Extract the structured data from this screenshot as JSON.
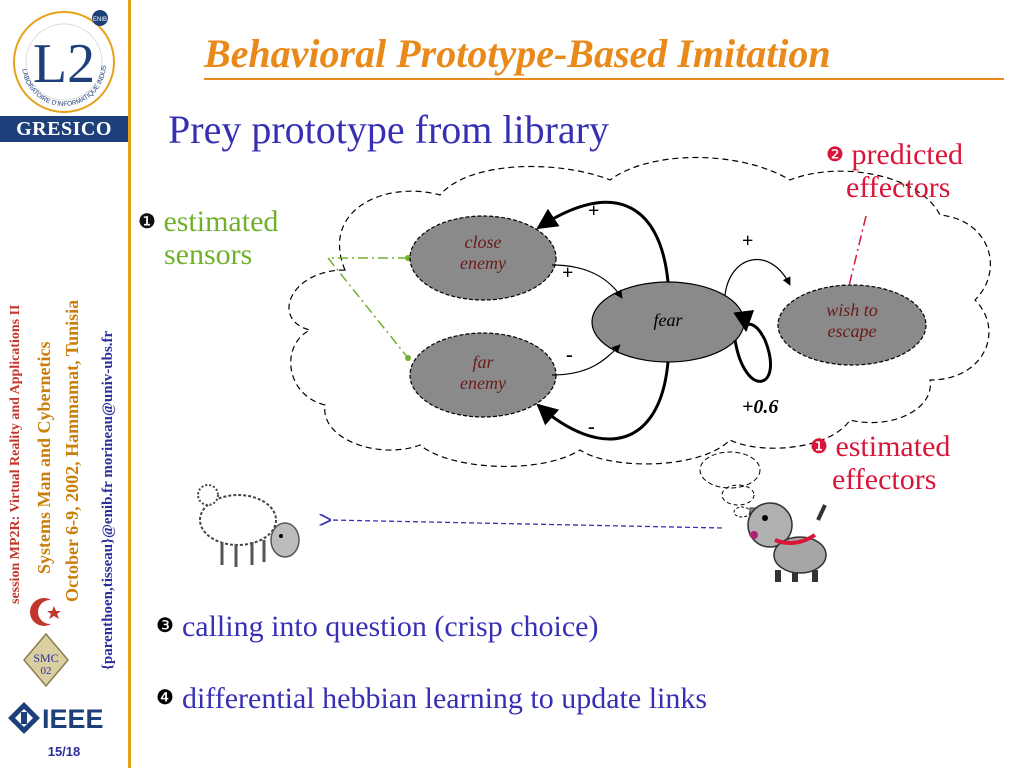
{
  "sidebar": {
    "logo_text": "L2",
    "logo_ring_text": "LABORATOIRE D'INFORMATIQUE INDUSTRIELLE",
    "logo_badge": "ENIB",
    "org_band": "GRESICO",
    "vertical_session": "session MP2R: Virtual Reality and Applications II",
    "vertical_conf": "Systems Man and Cybernetics",
    "vertical_dates": "October 6-9, 2002, Hammamat, Tunisia",
    "vertical_emails": "{parenthoen,tisseau}@enib.fr  morineau@univ-ubs.fr",
    "smc_badge_line1": "SMC",
    "smc_badge_line2": "02",
    "ieee_label": "IEEE",
    "page_number": "15/18"
  },
  "title": "Behavioral Prototype-Based Imitation",
  "subtitle": "Prey prototype from library",
  "diagram": {
    "nodes": {
      "close_enemy": "close enemy",
      "far_enemy": "far enemy",
      "fear": "fear",
      "wish_to_escape": "wish to escape"
    },
    "nodes_lines": {
      "close_enemy": [
        "close",
        "enemy"
      ],
      "far_enemy": [
        "far",
        "enemy"
      ],
      "wish_to_escape": [
        "wish to",
        "escape"
      ]
    },
    "signs": {
      "close_to_fear": "+",
      "fear_to_close": "+",
      "far_to_fear": "-",
      "fear_to_far": "-",
      "fear_to_wish": "+",
      "fear_self": "+0.6"
    },
    "labels": {
      "estimated_sensors_num": "❶",
      "estimated_sensors_line1": "estimated",
      "estimated_sensors_line2": "sensors",
      "predicted_effectors_num": "❷",
      "predicted_effectors_line1": "predicted",
      "predicted_effectors_line2": "effectors",
      "estimated_effectors_num": "❶",
      "estimated_effectors_line1": "estimated",
      "estimated_effectors_line2": "effectors"
    }
  },
  "bullets": [
    {
      "num": "❸",
      "text": "calling into question (crisp choice)"
    },
    {
      "num": "❹",
      "text": "differential hebbian learning to update links"
    }
  ],
  "colors": {
    "title": "#e8891a",
    "subtitle": "#3730b4",
    "green_label": "#6fb22a",
    "red_label": "#d8163a",
    "node_fill": "#8a8a8a",
    "navy": "#1d3f7a"
  }
}
